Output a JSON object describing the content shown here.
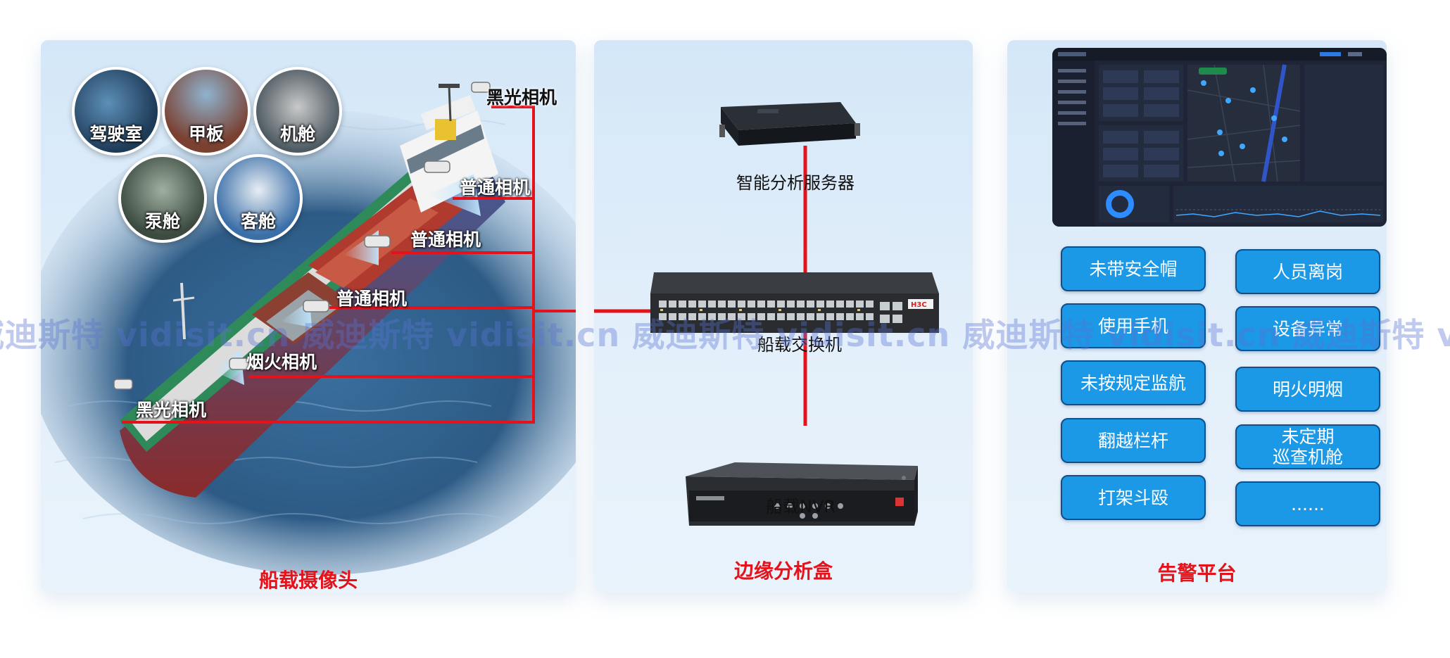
{
  "panels": {
    "cameras": {
      "title": "船载摄像头",
      "areas": [
        "驾驶室",
        "甲板",
        "机舱",
        "泵舱",
        "客舱"
      ],
      "cameras": {
        "black_light_top": "黑光相机",
        "normal_1": "普通相机",
        "normal_2": "普通相机",
        "normal_3": "普通相机",
        "smoke_fire": "烟火相机",
        "black_light_bottom": "黑光相机"
      }
    },
    "edge": {
      "title": "边缘分析盒",
      "server": "智能分析服务器",
      "switch": "船载交换机",
      "switch_brand": "H3C",
      "nvr": "船载NVR"
    },
    "alarm": {
      "title": "告警平台",
      "alerts_left": [
        "未带安全帽",
        "使用手机",
        "未按规定监航",
        "翻越栏杆",
        "打架斗殴"
      ],
      "alerts_right": [
        "人员离岗",
        "设备异常",
        "明火明烟",
        "未定期\n巡查机舱",
        "......"
      ]
    }
  },
  "watermark": "威迪斯特  vidisit.cn 威迪斯特  vidisit.cn 威迪斯特  vidisit.cn 威迪斯特  vidisit.cn 威迪斯特  vidisit.cn",
  "colors": {
    "connector": "#e4121a",
    "alert_button": "#1b98e6",
    "panel_title": "#e4121a"
  }
}
